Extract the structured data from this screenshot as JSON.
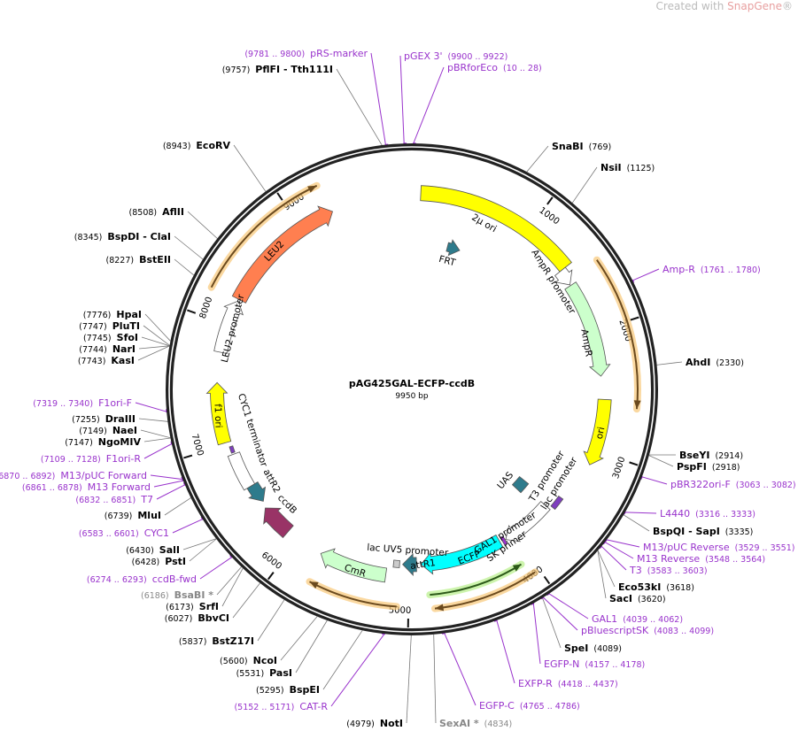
{
  "logo": {
    "prefix": "Created with ",
    "brand": "SnapGene",
    "mark": "®"
  },
  "plasmid": {
    "name": "pAG425GAL-ECFP-ccdB",
    "length": "9950 bp"
  },
  "ticks": [
    "1000",
    "2000",
    "3000",
    "4000",
    "5000",
    "6000",
    "7000",
    "8000",
    "9000"
  ],
  "features": [
    {
      "label": "2µ ori"
    },
    {
      "label": "AmpR promoter"
    },
    {
      "label": "AmpR"
    },
    {
      "label": "ori"
    },
    {
      "label": "T3 promoter"
    },
    {
      "label": "lac promoter"
    },
    {
      "label": "GAL1 promoter"
    },
    {
      "label": "SK primer"
    },
    {
      "label": "ECFP"
    },
    {
      "label": "attR1"
    },
    {
      "label": "lac UV5 promoter"
    },
    {
      "label": "CmR"
    },
    {
      "label": "ccdB"
    },
    {
      "label": "attR2"
    },
    {
      "label": "CYC1 terminator"
    },
    {
      "label": "f1 ori"
    },
    {
      "label": "LEU2 promoter"
    },
    {
      "label": "LEU2"
    },
    {
      "label": "FRT"
    },
    {
      "label": "UAS"
    }
  ],
  "enzymes": [
    {
      "name": "SnaBI",
      "pos": "(769)"
    },
    {
      "name": "NsiI",
      "pos": "(1125)"
    },
    {
      "name": "AhdI",
      "pos": "(2330)"
    },
    {
      "name": "BseYI",
      "pos": "(2914)"
    },
    {
      "name": "PspFI",
      "pos": "(2918)"
    },
    {
      "name": "BspQI  - SapI",
      "pos": "(3335)"
    },
    {
      "name": "Eco53kI",
      "pos": "(3618)"
    },
    {
      "name": "SacI",
      "pos": "(3620)"
    },
    {
      "name": "SpeI",
      "pos": "(4089)"
    },
    {
      "name": "SexAI *",
      "pos": "(4834)",
      "blocked": true
    },
    {
      "name": "NotI",
      "pos": "(4979)"
    },
    {
      "name": "BspEI",
      "pos": "(5295)"
    },
    {
      "name": "PasI",
      "pos": "(5531)"
    },
    {
      "name": "NcoI",
      "pos": "(5600)"
    },
    {
      "name": "BstZ17I",
      "pos": "(5837)"
    },
    {
      "name": "BbvCI",
      "pos": "(6027)"
    },
    {
      "name": "SrfI",
      "pos": "(6173)"
    },
    {
      "name": "BsaBI *",
      "pos": "(6186)",
      "blocked": true
    },
    {
      "name": "PstI",
      "pos": "(6428)"
    },
    {
      "name": "SalI",
      "pos": "(6430)"
    },
    {
      "name": "MluI",
      "pos": "(6739)"
    },
    {
      "name": "NgoMIV",
      "pos": "(7147)"
    },
    {
      "name": "NaeI",
      "pos": "(7149)"
    },
    {
      "name": "DraIII",
      "pos": "(7255)"
    },
    {
      "name": "KasI",
      "pos": "(7743)"
    },
    {
      "name": "NarI",
      "pos": "(7744)"
    },
    {
      "name": "SfoI",
      "pos": "(7745)"
    },
    {
      "name": "PluTI",
      "pos": "(7747)"
    },
    {
      "name": "HpaI",
      "pos": "(7776)"
    },
    {
      "name": "BstEII",
      "pos": "(8227)"
    },
    {
      "name": "BspDI  - ClaI",
      "pos": "(8345)"
    },
    {
      "name": "AflII",
      "pos": "(8508)"
    },
    {
      "name": "EcoRV",
      "pos": "(8943)"
    },
    {
      "name": "PflFI  - Tth111I",
      "pos": "(9757)"
    }
  ],
  "primers": [
    {
      "name": "pGEX 3'",
      "range": "(9900 .. 9922)"
    },
    {
      "name": "pBRforEco",
      "range": "(10 .. 28)"
    },
    {
      "name": "Amp-R",
      "range": "(1761 .. 1780)"
    },
    {
      "name": "pBR322ori-F",
      "range": "(3063 .. 3082)"
    },
    {
      "name": "L4440",
      "range": "(3316 .. 3333)"
    },
    {
      "name": "M13/pUC Reverse",
      "range": "(3529 .. 3551)"
    },
    {
      "name": "M13 Reverse",
      "range": "(3548 .. 3564)"
    },
    {
      "name": "T3",
      "range": "(3583 .. 3603)"
    },
    {
      "name": "GAL1",
      "range": "(4039 .. 4062)"
    },
    {
      "name": "pBluescriptSK",
      "range": "(4083 .. 4099)"
    },
    {
      "name": "EGFP-N",
      "range": "(4157 .. 4178)"
    },
    {
      "name": "EXFP-R",
      "range": "(4418 .. 4437)"
    },
    {
      "name": "EGFP-C",
      "range": "(4765 .. 4786)"
    },
    {
      "name": "CAT-R",
      "range": "(5152 .. 5171)"
    },
    {
      "name": "ccdB-fwd",
      "range": "(6274 .. 6293)"
    },
    {
      "name": "CYC1",
      "range": "(6583 .. 6601)"
    },
    {
      "name": "T7",
      "range": "(6832 .. 6851)"
    },
    {
      "name": "M13 Forward",
      "range": "(6861 .. 6878)"
    },
    {
      "name": "M13/pUC Forward",
      "range": "(6870 .. 6892)"
    },
    {
      "name": "F1ori-R",
      "range": "(7109 .. 7128)"
    },
    {
      "name": "F1ori-F",
      "range": "(7319 .. 7340)"
    },
    {
      "name": "pRS-marker",
      "range": "(9781 .. 9800)"
    }
  ]
}
